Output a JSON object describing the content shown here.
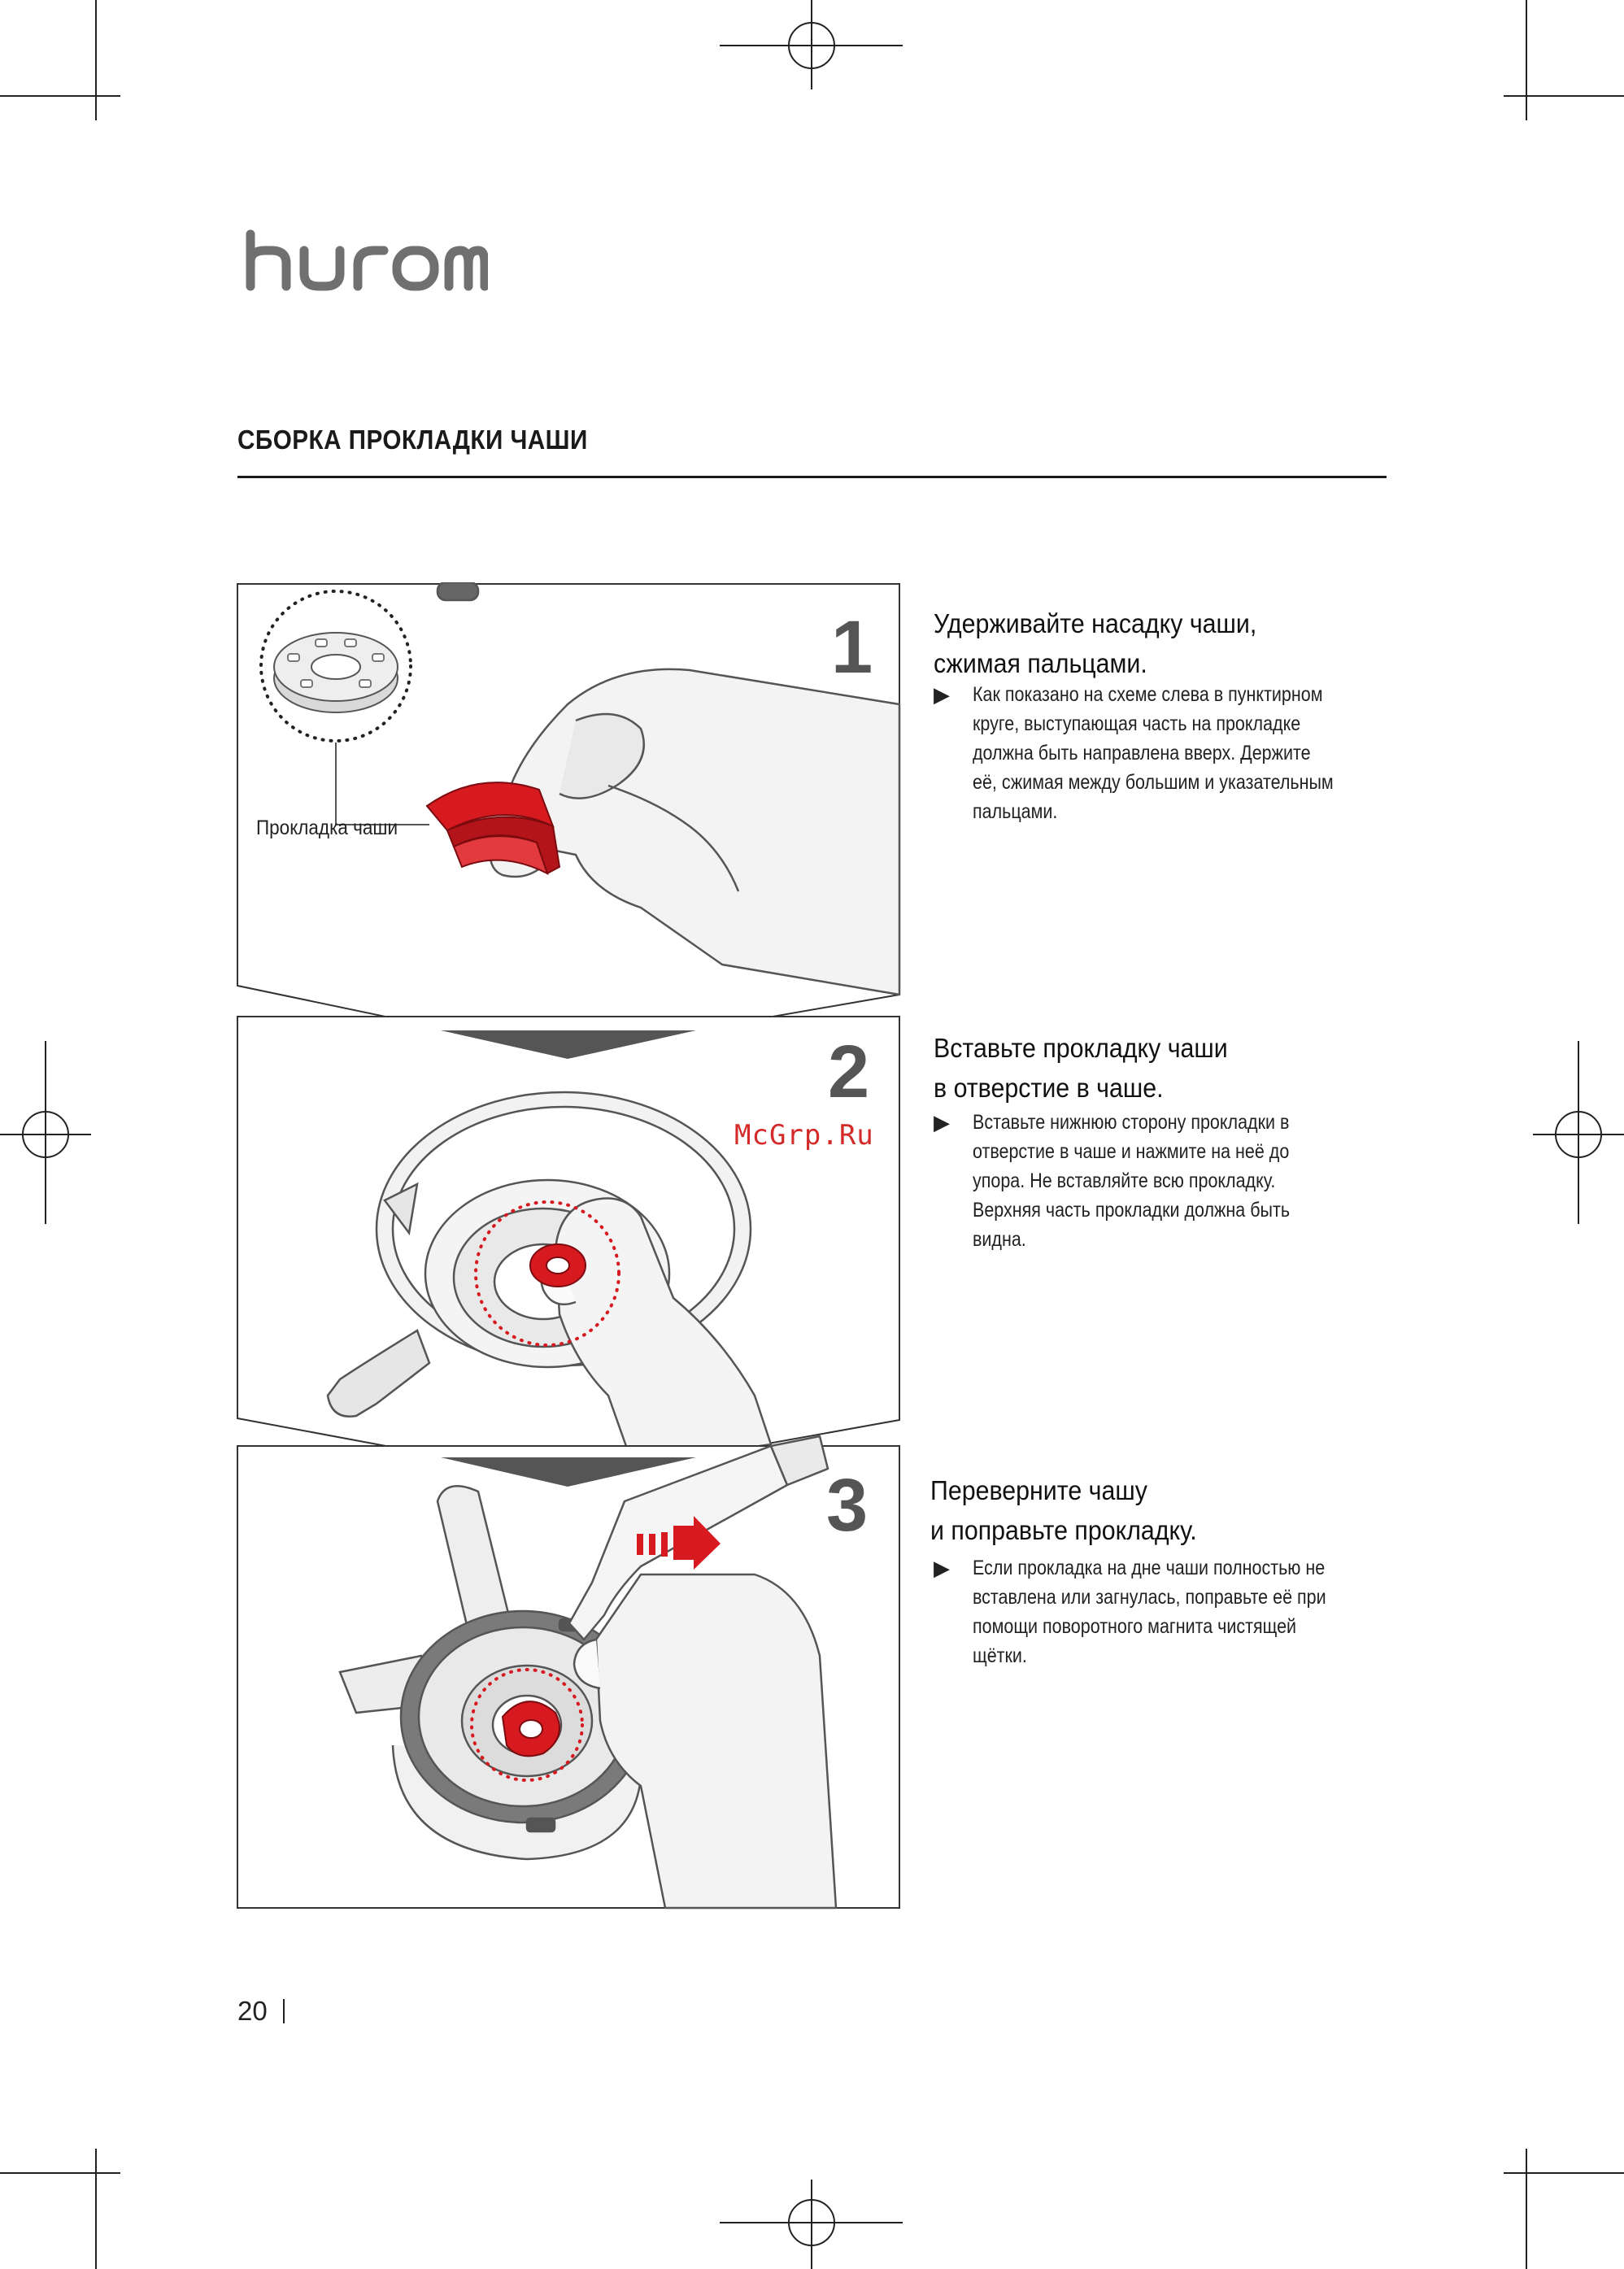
{
  "brand": {
    "logo_text": "hurom"
  },
  "section": {
    "title": "СБОРКА ПРОКЛАДКИ ЧАШИ"
  },
  "steps": [
    {
      "number": "1",
      "title_line1": "Удерживайте насадку чаши,",
      "title_line2": "сжимая пальцами.",
      "bullet": "Как показано на схеме слева в пунктирном круге, выступающая часть на прокладке должна быть направлена вверх. Держите её, сжимая между большим и указательным пальцами.",
      "callout": "Прокладка чаши"
    },
    {
      "number": "2",
      "title_line1": "Вставьте прокладку чаши",
      "title_line2": "в отверстие в чаше.",
      "bullet": "Вставьте нижнюю сторону прокладки в отверстие в чаше и нажмите на неё до упора. Не вставляйте всю прокладку. Верхняя часть прокладки должна быть видна."
    },
    {
      "number": "3",
      "title_line1": "Переверните чашу",
      "title_line2": "и поправьте прокладку.",
      "bullet": "Если прокладка на дне чаши полностью не вставлена или загнулась, поправьте её при помощи поворотного магнита чистящей щётки."
    }
  ],
  "watermark": "McGrp.Ru",
  "page": {
    "number": "20"
  },
  "colors": {
    "accent": "#d71920",
    "text": "#1a1a1a",
    "connector": "#555555"
  },
  "icons": {
    "bullet": "triangle-right-icon"
  }
}
